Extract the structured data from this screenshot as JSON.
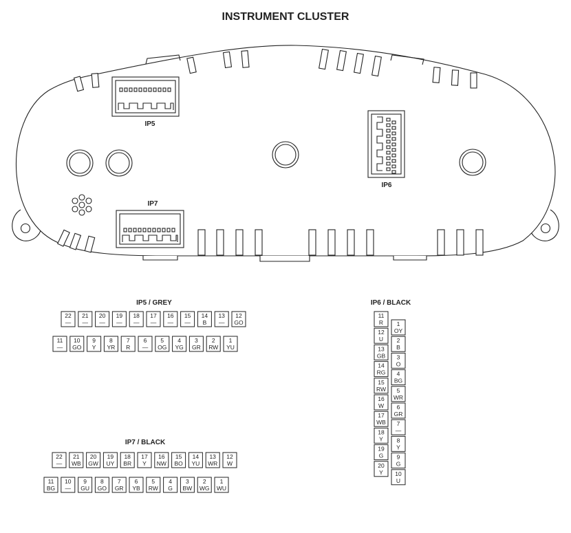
{
  "title": "INSTRUMENT CLUSTER",
  "cluster_labels": {
    "ip5": "IP5",
    "ip6": "IP6",
    "ip7": "IP7"
  },
  "ip5": {
    "heading": "IP5 / GREY",
    "top_row": [
      [
        "22",
        "—"
      ],
      [
        "21",
        "—"
      ],
      [
        "20",
        "—"
      ],
      [
        "19",
        "—"
      ],
      [
        "18",
        "—"
      ],
      [
        "17",
        "—"
      ],
      [
        "16",
        "—"
      ],
      [
        "15",
        "—"
      ],
      [
        "14",
        "B"
      ],
      [
        "13",
        "—"
      ],
      [
        "12",
        "GO"
      ]
    ],
    "bottom_row": [
      [
        "11",
        "—"
      ],
      [
        "10",
        "GO"
      ],
      [
        "9",
        "Y"
      ],
      [
        "8",
        "YR"
      ],
      [
        "7",
        "R"
      ],
      [
        "6",
        "—"
      ],
      [
        "5",
        "OG"
      ],
      [
        "4",
        "YG"
      ],
      [
        "3",
        "GR"
      ],
      [
        "2",
        "RW"
      ],
      [
        "1",
        "YU"
      ]
    ]
  },
  "ip7": {
    "heading": "IP7 / BLACK",
    "top_row": [
      [
        "22",
        "—"
      ],
      [
        "21",
        "WB"
      ],
      [
        "20",
        "GW"
      ],
      [
        "19",
        "UY"
      ],
      [
        "18",
        "BR"
      ],
      [
        "17",
        "Y"
      ],
      [
        "16",
        "NW"
      ],
      [
        "15",
        "BO"
      ],
      [
        "14",
        "YU"
      ],
      [
        "13",
        "WR"
      ],
      [
        "12",
        "W"
      ]
    ],
    "bottom_row": [
      [
        "11",
        "BG"
      ],
      [
        "10",
        "—"
      ],
      [
        "9",
        "GU"
      ],
      [
        "8",
        "GO"
      ],
      [
        "7",
        "GR"
      ],
      [
        "6",
        "YB"
      ],
      [
        "5",
        "RW"
      ],
      [
        "4",
        "G"
      ],
      [
        "3",
        "BW"
      ],
      [
        "2",
        "WG"
      ],
      [
        "1",
        "WU"
      ]
    ]
  },
  "ip6": {
    "heading": "IP6 / BLACK",
    "left_col": [
      [
        "11",
        "R"
      ],
      [
        "12",
        "U"
      ],
      [
        "13",
        "GB"
      ],
      [
        "14",
        "RG"
      ],
      [
        "15",
        "RW"
      ],
      [
        "16",
        "W"
      ],
      [
        "17",
        "WB"
      ],
      [
        "18",
        "Y"
      ],
      [
        "19",
        "G"
      ],
      [
        "20",
        "Y"
      ]
    ],
    "right_col": [
      [
        "1",
        "OY"
      ],
      [
        "2",
        "B"
      ],
      [
        "3",
        "O"
      ],
      [
        "4",
        "BG"
      ],
      [
        "5",
        "WR"
      ],
      [
        "6",
        "GR"
      ],
      [
        "7",
        "—"
      ],
      [
        "8",
        "Y"
      ],
      [
        "9",
        "G"
      ],
      [
        "10",
        "U"
      ]
    ]
  }
}
